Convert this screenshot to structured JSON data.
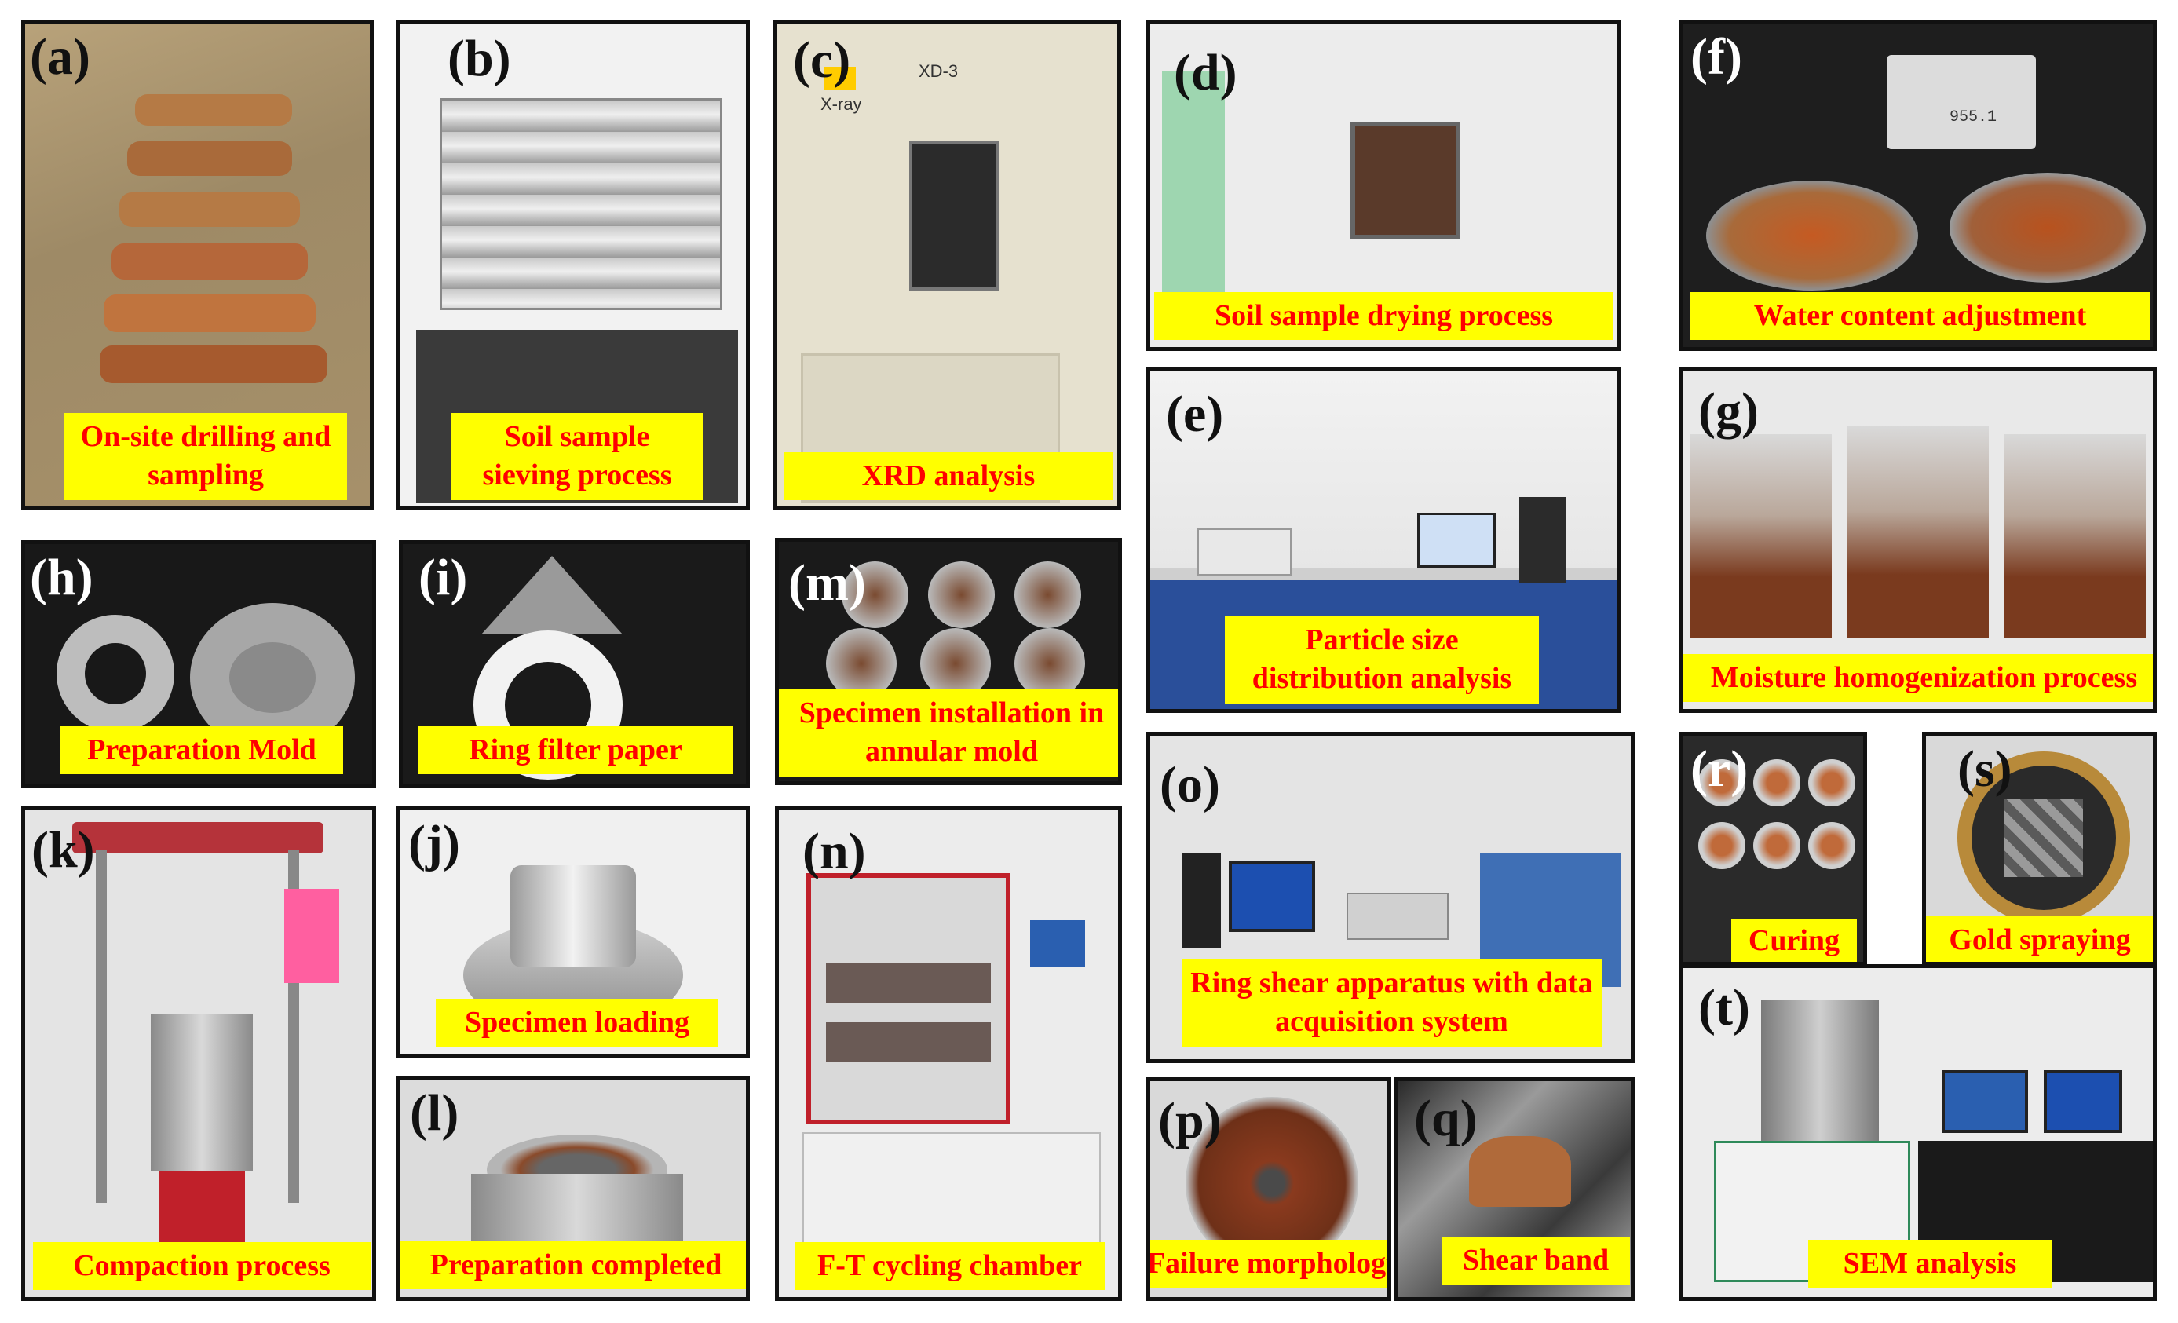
{
  "panels": {
    "a": {
      "tag": "(a)",
      "caption": "On-site drilling and sampling"
    },
    "b": {
      "tag": "(b)",
      "caption": "Soil sample sieving process"
    },
    "c": {
      "tag": "(c)",
      "caption": "XRD analysis",
      "device_label": "X-ray",
      "model": "XD-3"
    },
    "d": {
      "tag": "(d)",
      "caption": "Soil sample drying process"
    },
    "f": {
      "tag": "(f)",
      "caption": "Water content adjustment",
      "scale_reading": "955.1"
    },
    "e": {
      "tag": "(e)",
      "caption": "Particle size distribution analysis"
    },
    "g": {
      "tag": "(g)",
      "caption": "Moisture homogenization process"
    },
    "h": {
      "tag": "(h)",
      "caption": "Preparation Mold"
    },
    "i": {
      "tag": "(i)",
      "caption": "Ring filter paper"
    },
    "m": {
      "tag": "(m)",
      "caption": "Specimen installation in annular mold"
    },
    "k": {
      "tag": "(k)",
      "caption": "Compaction process"
    },
    "j": {
      "tag": "(j)",
      "caption": "Specimen loading"
    },
    "l": {
      "tag": "(l)",
      "caption": "Preparation completed"
    },
    "n": {
      "tag": "(n)",
      "caption": "F-T cycling chamber"
    },
    "o": {
      "tag": "(o)",
      "caption": "Ring shear apparatus with data acquisition system"
    },
    "p": {
      "tag": "(p)",
      "caption": "Failure morphology"
    },
    "q": {
      "tag": "(q)",
      "caption": "Shear band"
    },
    "r": {
      "tag": "(r)",
      "caption": "Curing"
    },
    "s": {
      "tag": "(s)",
      "caption": "Gold spraying"
    },
    "t": {
      "tag": "(t)",
      "caption": "SEM analysis"
    }
  },
  "colors": {
    "caption_bg": "#ffff00",
    "caption_text": "#ff0000",
    "border": "#111111"
  }
}
